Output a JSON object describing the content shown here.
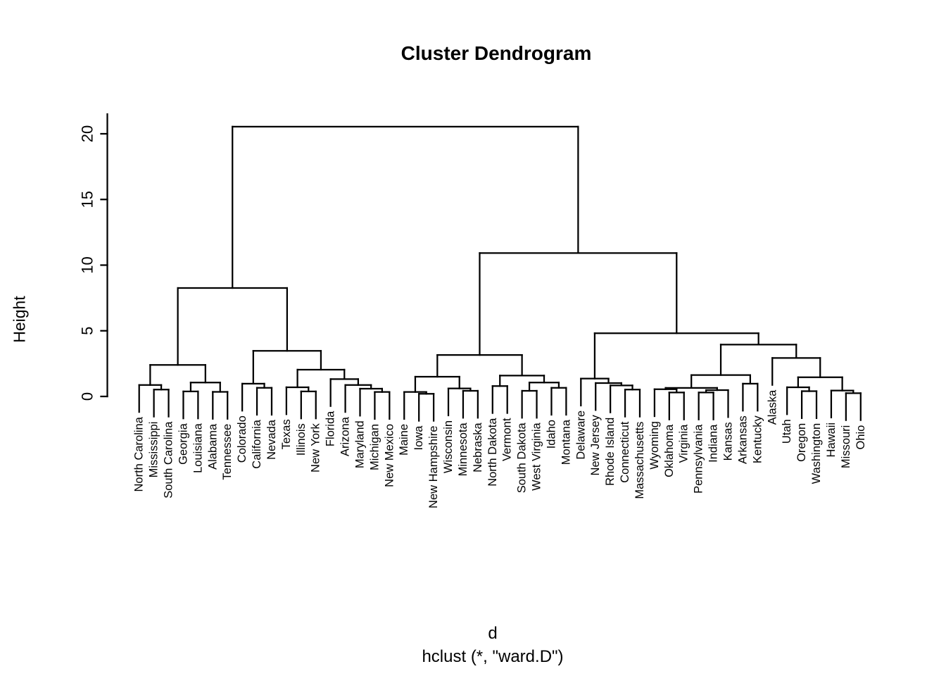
{
  "title": "Cluster Dendrogram",
  "y_axis": {
    "label": "Height",
    "ticks": [
      0,
      5,
      10,
      15,
      20
    ]
  },
  "x_axis": {
    "caption_line1": "d",
    "caption_line2": "hclust (*, \"ward.D\")"
  },
  "colors": {
    "line": "#000000",
    "background": "#ffffff",
    "text": "#000000"
  },
  "chart_data": {
    "type": "dendrogram",
    "method_label": "hclust (*, \"ward.D\")",
    "n_leaves": 50,
    "ylim": [
      0,
      21
    ],
    "hang_fraction": 0.1,
    "leaf_order": [
      "North Carolina",
      "Mississippi",
      "South Carolina",
      "Georgia",
      "Louisiana",
      "Alabama",
      "Tennessee",
      "Colorado",
      "California",
      "Nevada",
      "Texas",
      "Illinois",
      "New York",
      "Florida",
      "Arizona",
      "Maryland",
      "Michigan",
      "New Mexico",
      "Maine",
      "Iowa",
      "New Hampshire",
      "Wisconsin",
      "Minnesota",
      "Nebraska",
      "North Dakota",
      "Vermont",
      "South Dakota",
      "West Virginia",
      "Idaho",
      "Montana",
      "Delaware",
      "New Jersey",
      "Rhode Island",
      "Connecticut",
      "Massachusetts",
      "Wyoming",
      "Oklahoma",
      "Virginia",
      "Pennsylvania",
      "Indiana",
      "Kansas",
      "Arkansas",
      "Kentucky",
      "Alaska",
      "Utah",
      "Oregon",
      "Washington",
      "Hawaii",
      "Missouri",
      "Ohio"
    ],
    "tree": {
      "h": 20.54,
      "c": [
        {
          "h": 8.26,
          "c": [
            {
              "h": 2.4,
              "c": [
                {
                  "h": 0.87,
                  "c": [
                    "North Carolina",
                    {
                      "h": 0.52,
                      "c": [
                        "Mississippi",
                        "South Carolina"
                      ]
                    }
                  ]
                },
                {
                  "h": 1.06,
                  "c": [
                    {
                      "h": 0.38,
                      "c": [
                        "Georgia",
                        "Louisiana"
                      ]
                    },
                    {
                      "h": 0.35,
                      "c": [
                        "Alabama",
                        "Tennessee"
                      ]
                    }
                  ]
                }
              ]
            },
            {
              "h": 3.47,
              "c": [
                {
                  "h": 0.97,
                  "c": [
                    "Colorado",
                    {
                      "h": 0.66,
                      "c": [
                        "California",
                        "Nevada"
                      ]
                    }
                  ]
                },
                {
                  "h": 2.04,
                  "c": [
                    {
                      "h": 0.7,
                      "c": [
                        "Texas",
                        {
                          "h": 0.38,
                          "c": [
                            "Illinois",
                            "New York"
                          ]
                        }
                      ]
                    },
                    {
                      "h": 1.32,
                      "c": [
                        "Florida",
                        {
                          "h": 0.87,
                          "c": [
                            "Arizona",
                            {
                              "h": 0.59,
                              "c": [
                                "Maryland",
                                {
                                  "h": 0.34,
                                  "c": [
                                    "Michigan",
                                    "New Mexico"
                                  ]
                                }
                              ]
                            }
                          ]
                        }
                      ]
                    }
                  ]
                }
              ]
            }
          ]
        },
        {
          "h": 10.92,
          "c": [
            {
              "h": 3.16,
              "c": [
                {
                  "h": 1.5,
                  "c": [
                    {
                      "h": 0.34,
                      "c": [
                        "Maine",
                        {
                          "h": 0.2,
                          "c": [
                            "Iowa",
                            "New Hampshire"
                          ]
                        }
                      ]
                    },
                    {
                      "h": 0.61,
                      "c": [
                        "Wisconsin",
                        {
                          "h": 0.43,
                          "c": [
                            "Minnesota",
                            "Nebraska"
                          ]
                        }
                      ]
                    }
                  ]
                },
                {
                  "h": 1.59,
                  "c": [
                    {
                      "h": 0.79,
                      "c": [
                        "North Dakota",
                        "Vermont"
                      ]
                    },
                    {
                      "h": 1.06,
                      "c": [
                        {
                          "h": 0.43,
                          "c": [
                            "South Dakota",
                            "West Virginia"
                          ]
                        },
                        {
                          "h": 0.66,
                          "c": [
                            "Idaho",
                            "Montana"
                          ]
                        }
                      ]
                    }
                  ]
                }
              ]
            },
            {
              "h": 4.81,
              "c": [
                {
                  "h": 1.36,
                  "c": [
                    "Delaware",
                    {
                      "h": 1.02,
                      "c": [
                        "New Jersey",
                        {
                          "h": 0.84,
                          "c": [
                            "Rhode Island",
                            {
                              "h": 0.52,
                              "c": [
                                "Connecticut",
                                "Massachusetts"
                              ]
                            }
                          ]
                        }
                      ]
                    }
                  ]
                },
                {
                  "h": 3.95,
                  "c": [
                    {
                      "h": 1.63,
                      "c": [
                        {
                          "h": 0.65,
                          "c": [
                            {
                              "h": 0.55,
                              "c": [
                                "Wyoming",
                                {
                                  "h": 0.3,
                                  "c": [
                                    "Oklahoma",
                                    "Virginia"
                                  ]
                                }
                              ]
                            },
                            {
                              "h": 0.48,
                              "c": [
                                {
                                  "h": 0.3,
                                  "c": [
                                    "Pennsylvania",
                                    "Indiana"
                                  ]
                                },
                                "Kansas"
                              ]
                            }
                          ]
                        },
                        {
                          "h": 0.97,
                          "c": [
                            "Arkansas",
                            "Kentucky"
                          ]
                        }
                      ]
                    },
                    {
                      "h": 2.93,
                      "c": [
                        "Alaska",
                        {
                          "h": 1.46,
                          "c": [
                            {
                              "h": 0.7,
                              "c": [
                                "Utah",
                                {
                                  "h": 0.4,
                                  "c": [
                                    "Oregon",
                                    "Washington"
                                  ]
                                }
                              ]
                            },
                            {
                              "h": 0.45,
                              "c": [
                                "Hawaii",
                                {
                                  "h": 0.25,
                                  "c": [
                                    "Missouri",
                                    "Ohio"
                                  ]
                                }
                              ]
                            }
                          ]
                        }
                      ]
                    }
                  ]
                }
              ]
            }
          ]
        }
      ]
    }
  }
}
